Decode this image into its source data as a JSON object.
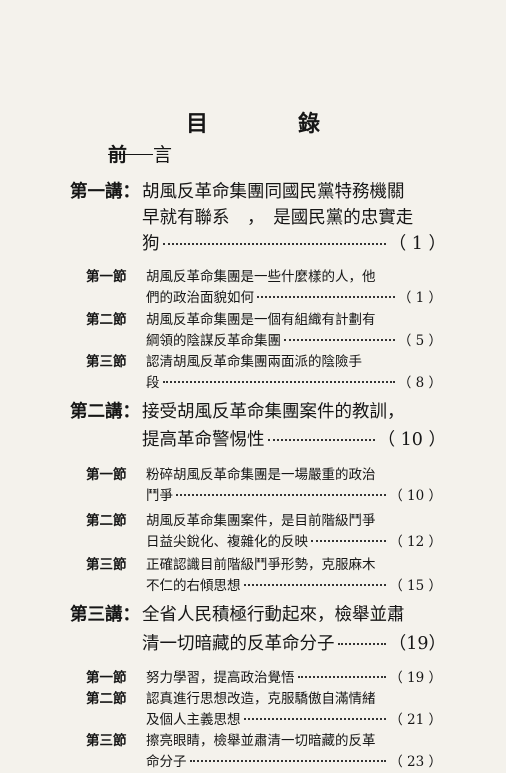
{
  "title": "目　錄",
  "preface": {
    "first": "前",
    "second": "言"
  },
  "lectures": [
    {
      "label": "第一講：",
      "lines": [
        "胡風反革命集團同國民黨特務機關",
        "早就有聯系　，　是國民黨的忠實走"
      ],
      "last_line": "狗",
      "page": "（ 1 ）",
      "sections": [
        {
          "label": "第一節",
          "lines": [],
          "last_line_first": "胡風反革命集團是一些什麼樣的人，他",
          "last_line": "們的政治面貌如何",
          "page": "（ 1 ）"
        },
        {
          "label": "第二節",
          "last_line_first": "胡風反革命集團是一個有組織有計劃有",
          "last_line": "綱領的陰謀反革命集團",
          "page": "（ 5 ）"
        },
        {
          "label": "第三節",
          "last_line_first": "認清胡風反革命集團兩面派的陰險手",
          "last_line": "段",
          "page": "（ 8 ）"
        }
      ]
    },
    {
      "label": "第二講：",
      "lines": [
        "接受胡風反革命集團案件的教訓，"
      ],
      "last_line": "提高革命警惕性",
      "page": "（ 10 ）",
      "sections": [
        {
          "label": "第一節",
          "last_line_first": "粉碎胡風反革命集團是一場嚴重的政治",
          "last_line": "鬥爭",
          "page": "（ 10 ）"
        },
        {
          "label": "第二節",
          "last_line_first": "胡風反革命集團案件，是目前階級鬥爭",
          "last_line": "日益尖銳化、複雜化的反映",
          "page": "（ 12 ）"
        },
        {
          "label": "第三節",
          "last_line_first": "正確認識目前階級鬥爭形勢，克服麻木",
          "last_line": "不仁的右傾思想",
          "page": "（ 15 ）"
        }
      ]
    },
    {
      "label": "第三講：",
      "lines": [
        "全省人民積極行動起來，檢舉並肅"
      ],
      "last_line": "清一切暗藏的反革命分子",
      "page": "（19）",
      "sections": [
        {
          "label": "第一節",
          "last_line_first": "",
          "last_line": "努力學習，提高政治覺悟",
          "page": "（ 19 ）"
        },
        {
          "label": "第二節",
          "last_line_first": "認真進行思想改造，克服驕傲自滿情緒",
          "last_line": "及個人主義思想",
          "page": "（ 21 ）"
        },
        {
          "label": "第三節",
          "last_line_first": "擦亮眼睛，檢舉並肅清一切暗藏的反革",
          "last_line": "命分子",
          "page": "（ 23 ）"
        }
      ]
    }
  ]
}
